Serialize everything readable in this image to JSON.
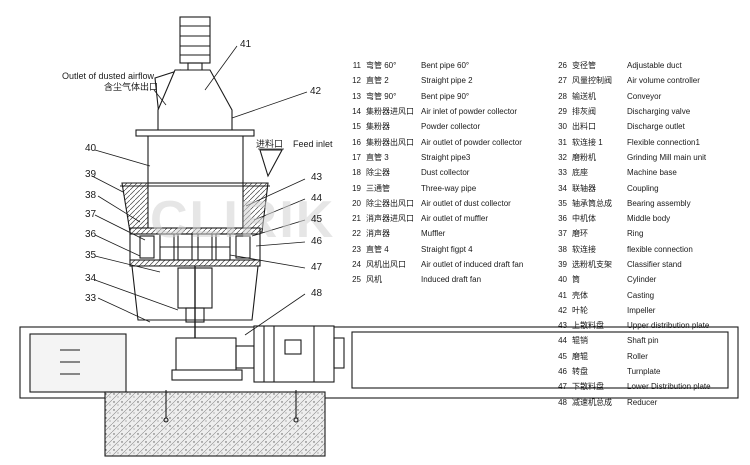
{
  "watermark": "CLIRIK",
  "labels": {
    "outlet_en": "Outlet of dusted airflow",
    "outlet_zh": "含尘气体出口",
    "feed_zh": "进料口",
    "feed_en": "Feed inlet"
  },
  "callouts": [
    "41",
    "42",
    "40",
    "39",
    "38",
    "37",
    "36",
    "35",
    "34",
    "33",
    "43",
    "44",
    "45",
    "46",
    "47",
    "48"
  ],
  "legend_left": [
    {
      "num": "11",
      "zh": "弯管 60°",
      "en": "Bent pipe 60°"
    },
    {
      "num": "12",
      "zh": "直管 2",
      "en": "Straight pipe  2"
    },
    {
      "num": "13",
      "zh": "弯管 90°",
      "en": "Bent pipe 90°"
    },
    {
      "num": "14",
      "zh": "集粉器进风口",
      "en": "Air inlet of powder collector"
    },
    {
      "num": "15",
      "zh": "集粉器",
      "en": "Powder collector"
    },
    {
      "num": "16",
      "zh": "集粉器出风口",
      "en": "Air outlet of powder collector"
    },
    {
      "num": "17",
      "zh": "直管 3",
      "en": "Straight pipe3"
    },
    {
      "num": "18",
      "zh": "除尘器",
      "en": "Dust collector"
    },
    {
      "num": "19",
      "zh": "三通管",
      "en": "Three-way pipe"
    },
    {
      "num": "20",
      "zh": "除尘器出风口",
      "en": "Air outlet of dust collector"
    },
    {
      "num": "21",
      "zh": "消声器进风口",
      "en": "Air outlet of muffler"
    },
    {
      "num": "22",
      "zh": "消声器",
      "en": "Muffler"
    },
    {
      "num": "23",
      "zh": "直管 4",
      "en": "Straight figpt 4"
    },
    {
      "num": "24",
      "zh": "风机出风口",
      "en": "Air outlet of induced draft fan"
    },
    {
      "num": "25",
      "zh": "风机",
      "en": "Induced draft fan"
    }
  ],
  "legend_right": [
    {
      "num": "26",
      "zh": "变径管",
      "en": "Adjustable duct"
    },
    {
      "num": "27",
      "zh": "风量控制阀",
      "en": "Air volume controller"
    },
    {
      "num": "28",
      "zh": "输送机",
      "en": "Conveyor"
    },
    {
      "num": "29",
      "zh": "排灰阀",
      "en": "Discharging valve"
    },
    {
      "num": "30",
      "zh": "出料口",
      "en": "Discharge outlet"
    },
    {
      "num": "31",
      "zh": "软连接 1",
      "en": "Flexible connection1"
    },
    {
      "num": "32",
      "zh": "磨粉机",
      "en": "Grinding Mill main unit"
    },
    {
      "num": "33",
      "zh": "底座",
      "en": "Machine base"
    },
    {
      "num": "34",
      "zh": "联轴器",
      "en": "Coupling"
    },
    {
      "num": "35",
      "zh": "轴承筒总成",
      "en": "Bearing assembly"
    },
    {
      "num": "36",
      "zh": "中机体",
      "en": "Middle body"
    },
    {
      "num": "37",
      "zh": "磨环",
      "en": "Ring"
    },
    {
      "num": "38",
      "zh": "软连接",
      "en": "flexible connection"
    },
    {
      "num": "39",
      "zh": "选粉机支架",
      "en": "Classifier stand"
    },
    {
      "num": "40",
      "zh": "筒",
      "en": "Cylinder"
    },
    {
      "num": "41",
      "zh": "壳体",
      "en": "Casting"
    },
    {
      "num": "42",
      "zh": "叶轮",
      "en": "Impeller"
    },
    {
      "num": "43",
      "zh": "上散料盘",
      "en": "Upper distribution plate"
    },
    {
      "num": "44",
      "zh": "辊销",
      "en": "Shaft pin"
    },
    {
      "num": "45",
      "zh": "磨辊",
      "en": "Roller"
    },
    {
      "num": "46",
      "zh": "转盘",
      "en": "Turnplate"
    },
    {
      "num": "47",
      "zh": "下散料盘",
      "en": "Lower Distribution plate"
    },
    {
      "num": "48",
      "zh": "减速机总成",
      "en": "Reducer"
    }
  ]
}
